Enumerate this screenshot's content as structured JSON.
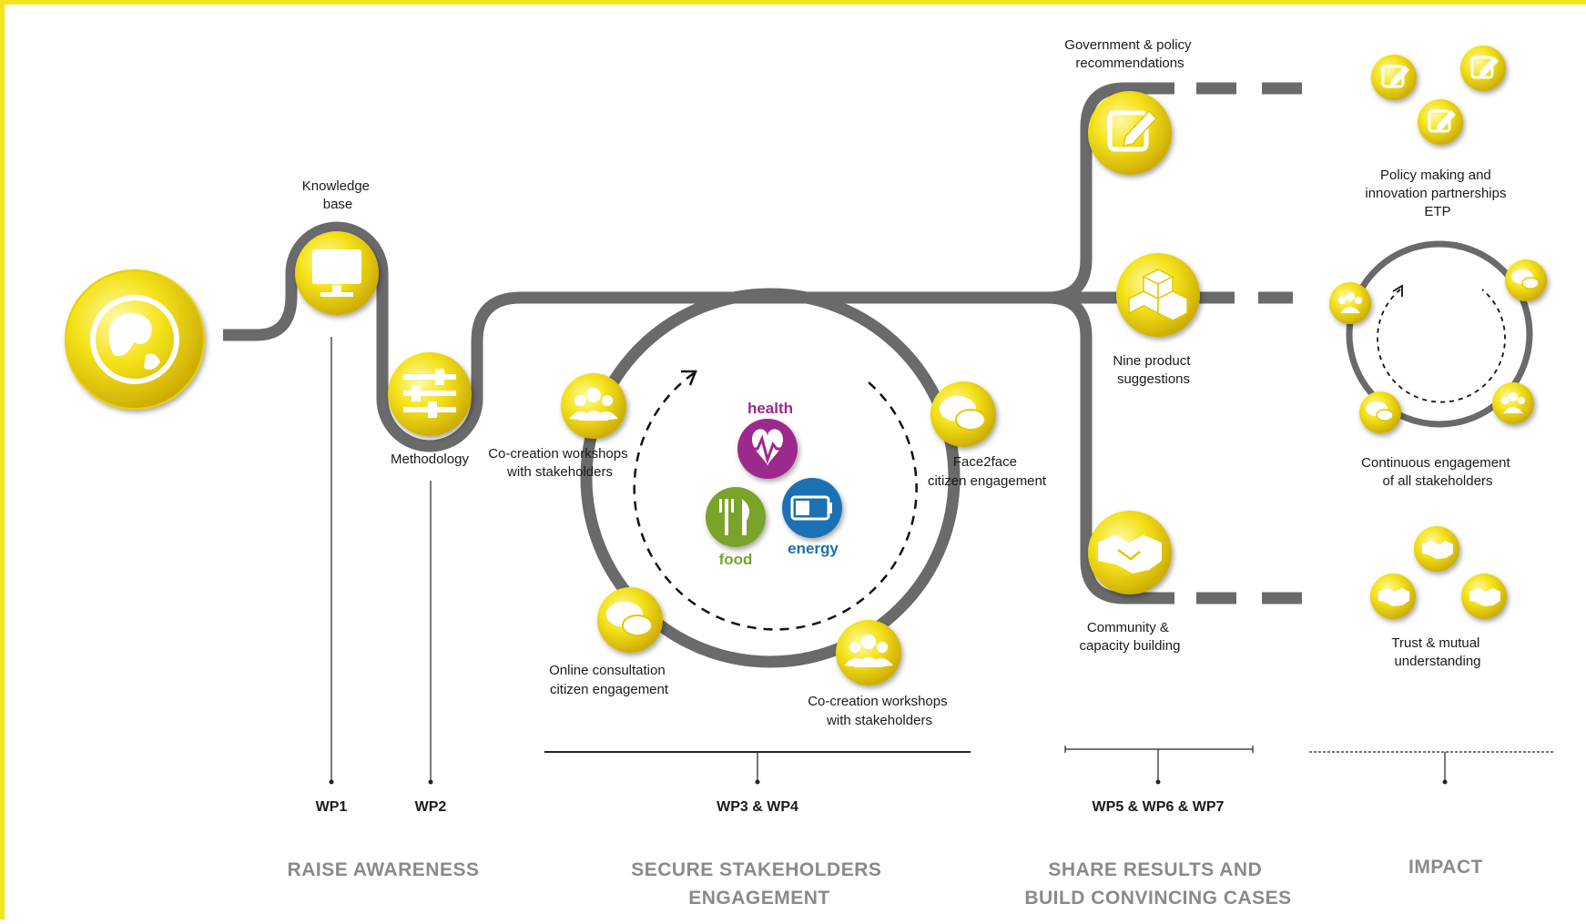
{
  "frame": {
    "border_color": "#f2e51c",
    "accent": "#f2e51c",
    "track_color": "#6a6a6a"
  },
  "nodes": {
    "start": {
      "icon": "globe-icon"
    },
    "knowledge": {
      "label_lines": [
        "Knowledge",
        "base"
      ],
      "icon": "monitor-icon"
    },
    "methodology": {
      "label_lines": [
        "Methodology"
      ],
      "icon": "sliders-icon"
    },
    "cocreation_top": {
      "label_lines": [
        "Co-creation workshops",
        "with stakeholders"
      ],
      "icon": "people-icon"
    },
    "face2face": {
      "label_lines": [
        "Face2face",
        "citizen engagement"
      ],
      "icon": "chat-icon"
    },
    "online": {
      "label_lines": [
        "Online consultation",
        "citizen engagement"
      ],
      "icon": "chat-icon"
    },
    "cocreation_bottom": {
      "label_lines": [
        "Co-creation workshops",
        "with stakeholders"
      ],
      "icon": "people-icon"
    },
    "government": {
      "label_lines": [
        "Government & policy",
        "recommendations"
      ],
      "icon": "pencil-icon"
    },
    "nine_product": {
      "label_lines": [
        "Nine product",
        "suggestions"
      ],
      "icon": "cubes-icon"
    },
    "community": {
      "label_lines": [
        "Community &",
        "capacity building"
      ],
      "icon": "handshake-icon"
    }
  },
  "topics": {
    "health": {
      "label": "health",
      "color": "#9b2a8c",
      "icon": "heartbeat-icon"
    },
    "food": {
      "label": "food",
      "color": "#7aa32c",
      "icon": "cutlery-icon"
    },
    "energy": {
      "label": "energy",
      "color": "#1a6fb4",
      "icon": "battery-icon"
    }
  },
  "impact": {
    "policy": {
      "label_lines": [
        "Policy making and",
        "innovation partnerships",
        "ETP"
      ],
      "icon": "pencil-icon"
    },
    "engagement": {
      "label_lines": [
        "Continuous engagement",
        "of all stakeholders"
      ]
    },
    "trust": {
      "label_lines": [
        "Trust & mutual",
        "understanding"
      ],
      "icon": "handshake-icon"
    }
  },
  "work_packages": [
    "WP1",
    "WP2",
    "WP3 & WP4",
    "WP5 & WP6 & WP7"
  ],
  "phases": {
    "raise": [
      "RAISE AWARENESS"
    ],
    "secure": [
      "SECURE STAKEHOLDERS",
      "ENGAGEMENT"
    ],
    "share": [
      "SHARE RESULTS AND",
      "BUILD CONVINCING CASES"
    ],
    "impact": [
      "IMPACT"
    ]
  }
}
